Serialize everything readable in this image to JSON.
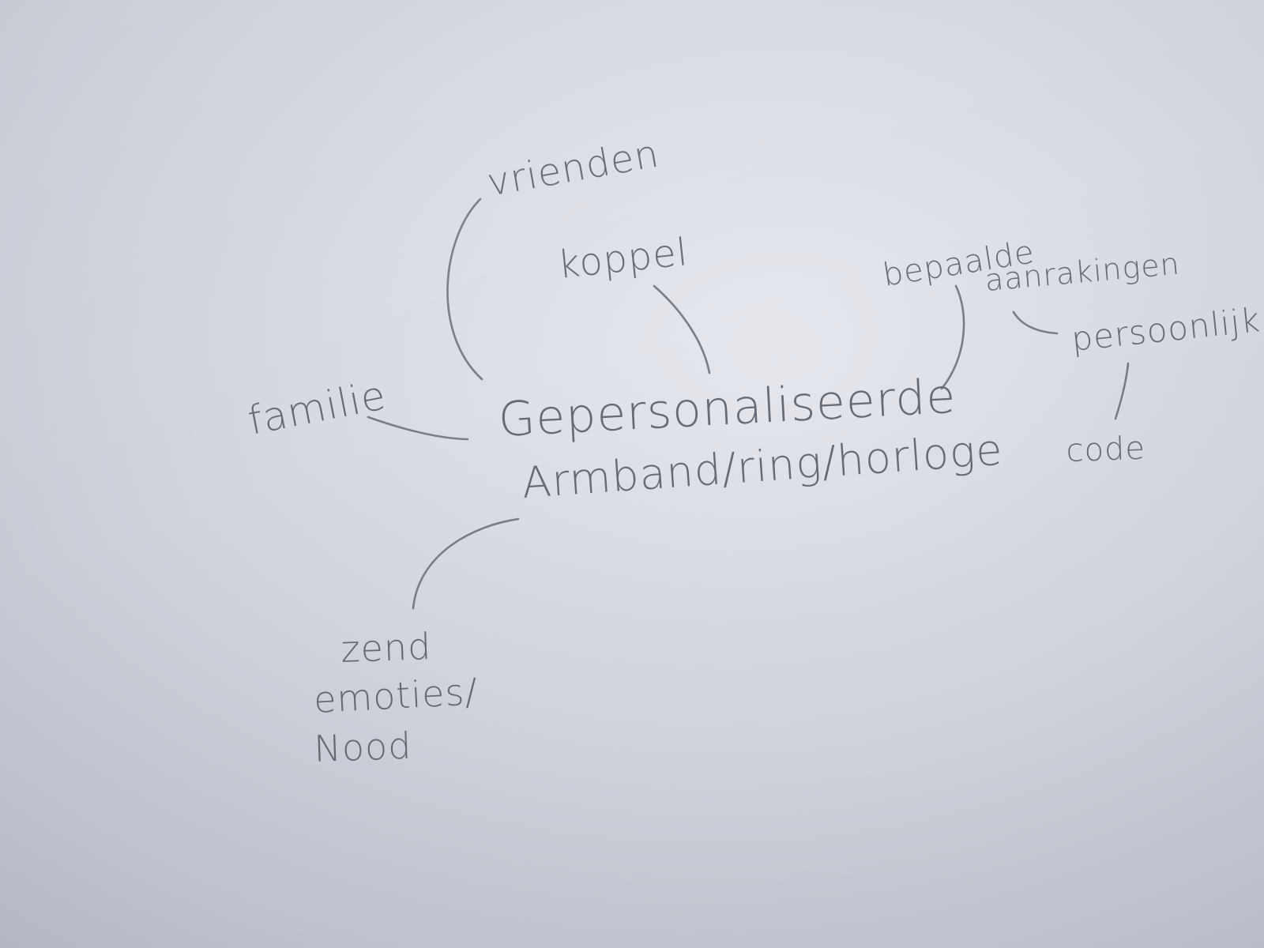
{
  "mindmap": {
    "center": {
      "line1": "Gepersonaliseerde",
      "line2": "Armband/ring/horloge"
    },
    "branches": {
      "vrienden": "vrienden",
      "koppel": "koppel",
      "familie": "familie",
      "bepaalde": "bepaalde",
      "aanrakingen": "aanrakingen",
      "persoonlijk": "persoonlijk",
      "code": "code",
      "zend_line1": "zend",
      "zend_line2": "emoties/",
      "zend_line3": "Nood"
    }
  },
  "colors": {
    "pencil": "#676a72",
    "paper": "#d6d9e1"
  }
}
